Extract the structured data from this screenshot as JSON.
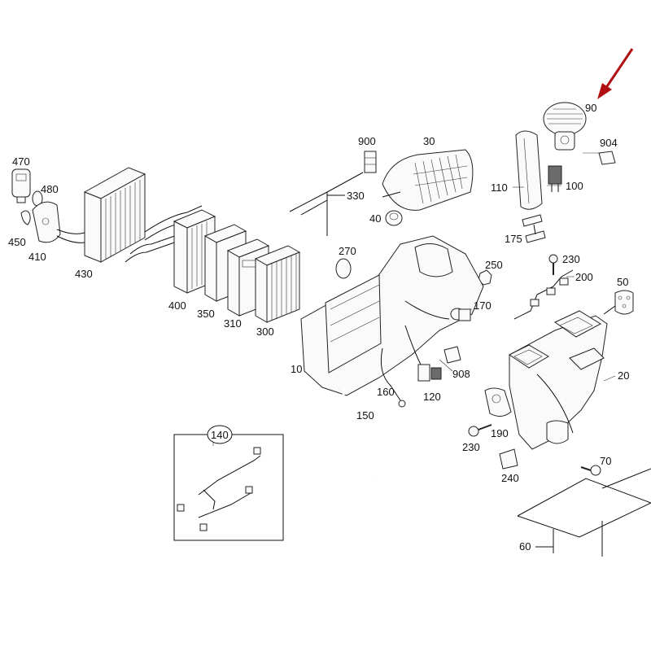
{
  "labels": {
    "p10": "10",
    "p20": "20",
    "p30": "30",
    "p40": "40",
    "p50": "50",
    "p60": "60",
    "p70": "70",
    "p90": "90",
    "p100": "100",
    "p110": "110",
    "p120": "120",
    "p140": "140",
    "p150": "150",
    "p160": "160",
    "p170": "170",
    "p175": "175",
    "p190": "190",
    "p200": "200",
    "p230a": "230",
    "p230b": "230",
    "p240": "240",
    "p250": "250",
    "p270": "270",
    "p300": "300",
    "p310": "310",
    "p330": "330",
    "p350": "350",
    "p400": "400",
    "p410": "410",
    "p430": "430",
    "p450": "450",
    "p470": "470",
    "p480": "480",
    "p900": "900",
    "p904": "904",
    "p908": "908"
  },
  "colors": {
    "arrow": "#b01010",
    "ink": "#222222"
  }
}
